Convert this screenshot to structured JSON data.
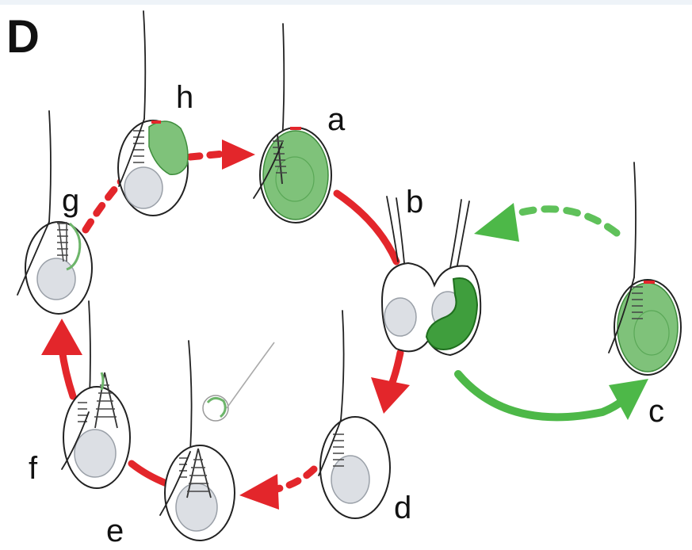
{
  "panel_letter": "D",
  "stage_labels": {
    "a": "a",
    "b": "b",
    "c": "c",
    "d": "d",
    "e": "e",
    "f": "f",
    "g": "g",
    "h": "h"
  },
  "colors": {
    "red_arrow": "#e3262b",
    "green_arrow": "#4db848",
    "chloroplast": "#7fc27a"
  }
}
